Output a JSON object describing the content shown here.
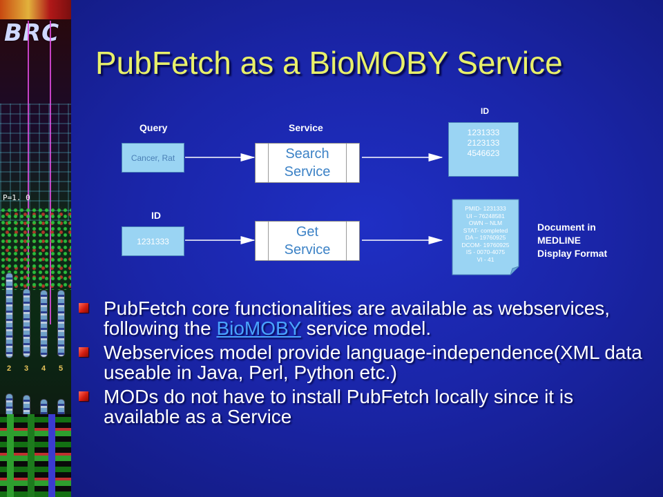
{
  "slide": {
    "logo_text": "BRC",
    "strip_label": "P=1. 0",
    "chromosome_numbers": [
      "2",
      "3",
      "4",
      "5"
    ],
    "title": "PubFetch as a BioMOBY Service"
  },
  "diagram": {
    "row1": {
      "query_label": "Query",
      "query_value": "Cancer, Rat",
      "service_label": "Service",
      "service_name_line1": "Search",
      "service_name_line2": "Service",
      "id_label": "ID",
      "ids": [
        "1231333",
        "2123133",
        "4546623"
      ]
    },
    "row2": {
      "id_label": "ID",
      "id_value": "1231333",
      "service_name_line1": "Get",
      "service_name_line2": "Service",
      "document_lines": [
        "PMID- 1231333",
        "UI – 76248581",
        "OWN – NLM",
        "STAT- completed",
        "DA – 19760925",
        "DCOM- 19760925",
        "IS - 0070-4075",
        "VI - 41"
      ],
      "document_caption": [
        "Document in",
        "MEDLINE",
        "Display Format"
      ]
    }
  },
  "bullets": {
    "b1_text_before": "PubFetch core functionalities are available as webservices, following the ",
    "b1_link": "BioMOBY",
    "b1_text_after": " service model.",
    "b2_text": "Webservices model provide language-independence(XML data useable in Java, Perl, Python etc.)",
    "b3_text": "MODs do not have to install PubFetch locally since it is available as a Service"
  },
  "colors": {
    "background": "#1a25a8",
    "title": "#e8f06a",
    "box_fill": "#9ad4f3",
    "service_text": "#3c82c6",
    "bullet_icon": "#d21d10",
    "link": "#4aa3ff"
  }
}
